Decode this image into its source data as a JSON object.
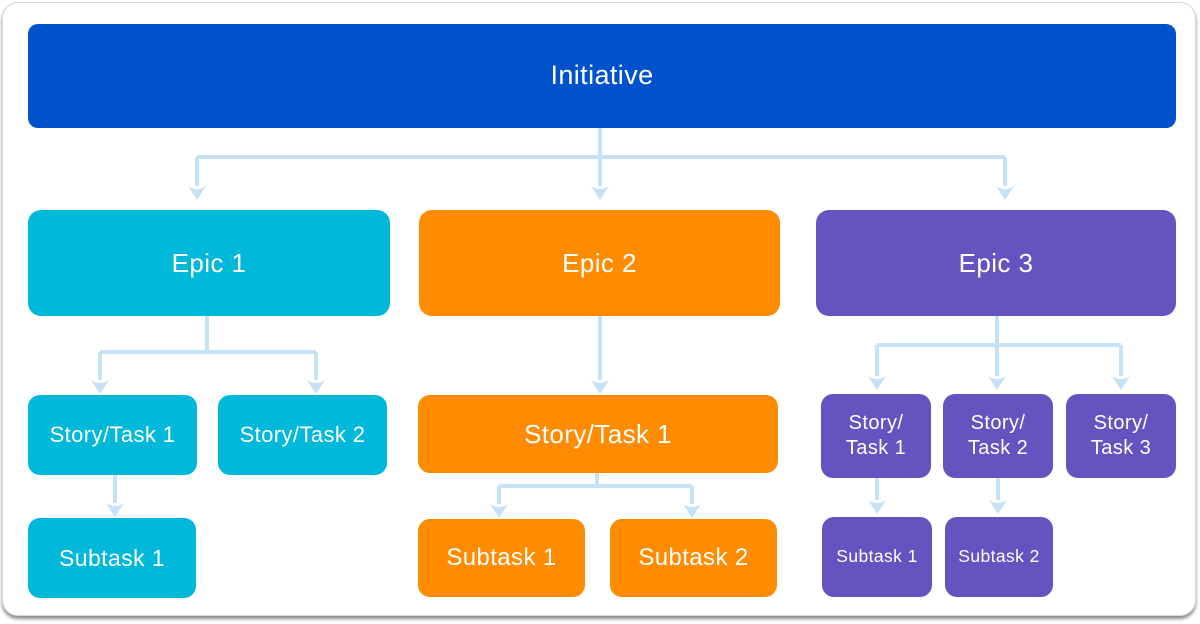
{
  "colors": {
    "initiative": "#0052CC",
    "epic1": "#00B8D9",
    "epic2": "#FF8B00",
    "epic3": "#6554C0",
    "connector": "#C6E2F7",
    "text": "#FFFFFF",
    "border": "#D8D8D8"
  },
  "nodes": {
    "initiative": {
      "label": "Initiative"
    },
    "col1": {
      "epic": {
        "label": "Epic 1"
      },
      "stories": [
        {
          "label": "Story/Task 1"
        },
        {
          "label": "Story/Task 2"
        }
      ],
      "subtasks": [
        {
          "label": "Subtask 1"
        }
      ]
    },
    "col2": {
      "epic": {
        "label": "Epic 2"
      },
      "stories": [
        {
          "label": "Story/Task 1"
        }
      ],
      "subtasks": [
        {
          "label": "Subtask 1"
        },
        {
          "label": "Subtask 2"
        }
      ]
    },
    "col3": {
      "epic": {
        "label": "Epic 3"
      },
      "stories": [
        {
          "label": "Story/Task 1",
          "lines": [
            "Story/",
            "Task 1"
          ]
        },
        {
          "label": "Story/Task 2",
          "lines": [
            "Story/",
            "Task 2"
          ]
        },
        {
          "label": "Story/Task 3",
          "lines": [
            "Story/",
            "Task 3"
          ]
        }
      ],
      "subtasks": [
        {
          "label": "Subtask 1"
        },
        {
          "label": "Subtask 2"
        }
      ]
    }
  }
}
